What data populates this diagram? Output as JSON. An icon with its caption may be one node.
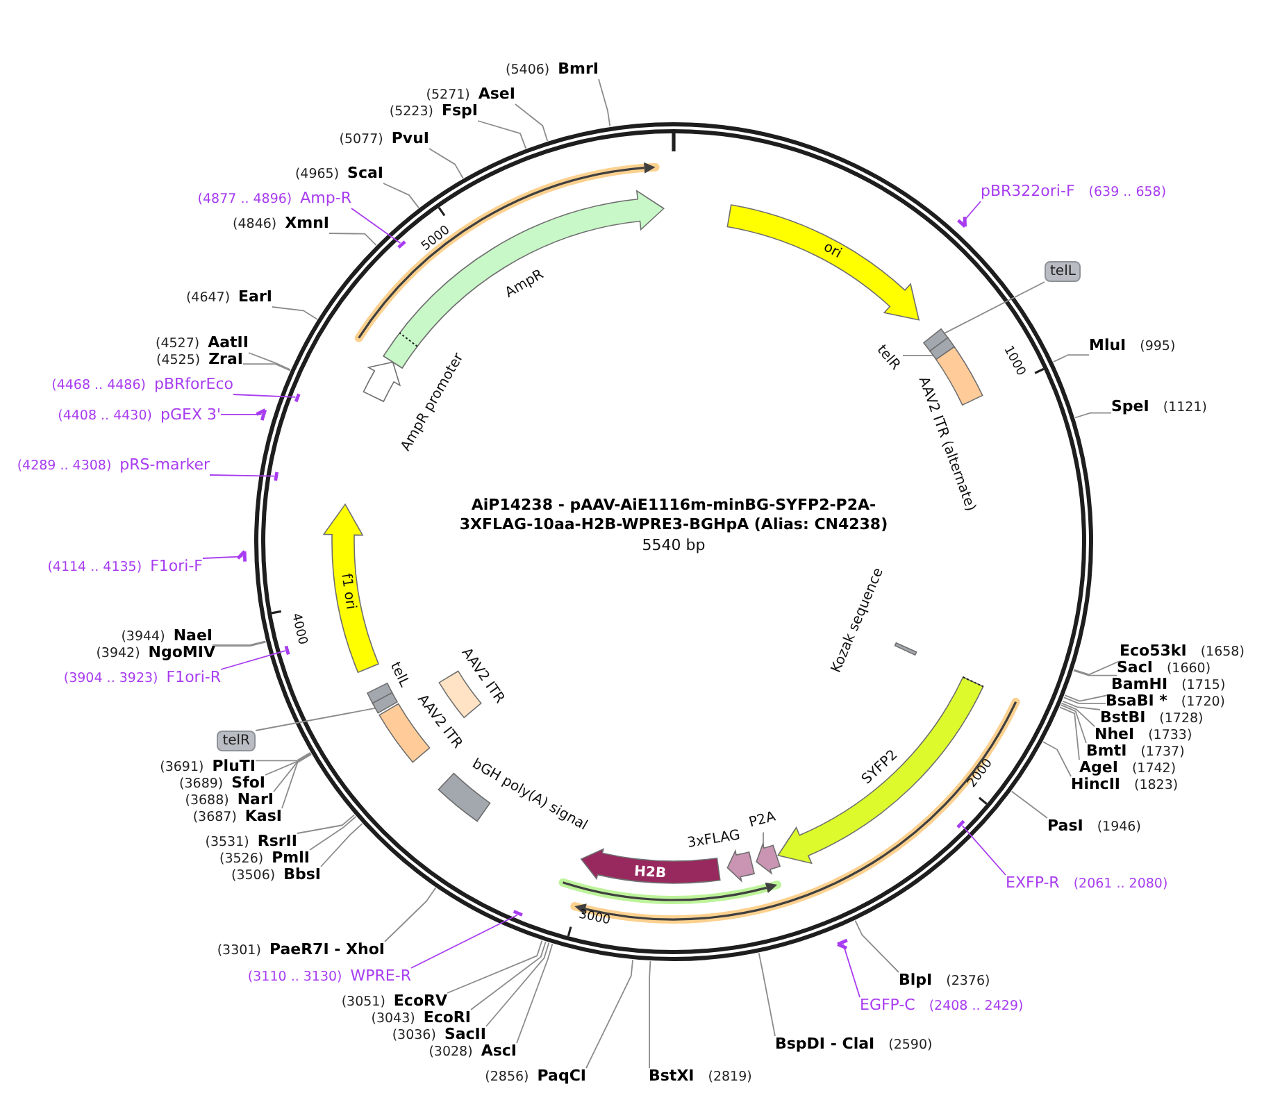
{
  "diagram": {
    "title": "AiP14238 - pAAV-AiE1116m-minBG-SYFP2-P2A-3XFLAG-10aa-H2B-WPRE3-BGHpA (Alias: CN4238)",
    "nodes": [
      {
        "text": [
          "ori"
        ]
      },
      {
        "text": [],
        "shape": "box"
      },
      {
        "text": [],
        "shape": "box"
      },
      {
        "text": [
          "telR"
        ]
      },
      {
        "text": [
          "AAV2 ITR (alternate)"
        ]
      },
      {
        "text": [
          "telL"
        ]
      },
      {
        "text": [
          "Kozak sequence"
        ]
      },
      {
        "text": [
          "SYFP2"
        ]
      },
      {
        "text": [],
        "shape": "arrow"
      },
      {
        "text": [
          "P2A"
        ]
      },
      {
        "text": [
          "3xFLAG"
        ]
      },
      {
        "text": [
          "H2B"
        ]
      },
      {
        "text": [
          "bGH poly(A) signal"
        ]
      },
      {
        "text": [
          "AAV2 ITR"
        ]
      },
      {
        "text": [
          "AAV2 ITR"
        ]
      },
      {
        "text": [],
        "shape": "box"
      },
      {
        "text": [
          "telL"
        ]
      },
      {
        "text": [
          "telR"
        ]
      },
      {
        "text": [
          "f1 ori"
        ]
      },
      {
        "text": [
          "AmpR promoter"
        ]
      },
      {
        "text": [
          "AmpR"
        ]
      },
      {
        "text": [
          "pBR322ori-F"
        ],
        "beside": [
          "(639 .. 658)"
        ]
      },
      {
        "text": [],
        "shape": "bar"
      },
      {
        "text": [
          "MluI"
        ],
        "beside": [
          "(995)"
        ]
      },
      {
        "text": [
          "SpeI"
        ],
        "beside": [
          "(1121)"
        ]
      },
      {
        "text": [
          "Eco53kI"
        ],
        "beside": [
          "(1658)"
        ]
      },
      {
        "text": [
          "SacI"
        ],
        "beside": [
          "(1660)"
        ]
      },
      {
        "text": [
          "BamHI"
        ],
        "beside": [
          "(1715)"
        ]
      },
      {
        "text": [
          "BsaBI *"
        ],
        "beside": [
          "(1720)"
        ]
      },
      {
        "text": [
          "BstBI"
        ],
        "beside": [
          "(1728)"
        ]
      },
      {
        "text": [
          "NheI"
        ],
        "beside": [
          "(1733)"
        ]
      },
      {
        "text": [
          "BmtI"
        ],
        "beside": [
          "(1737)"
        ]
      },
      {
        "text": [
          "AgeI"
        ],
        "beside": [
          "(1742)"
        ]
      },
      {
        "text": [
          "HincII"
        ],
        "beside": [
          "(1823)"
        ]
      },
      {
        "text": [
          "PasI"
        ],
        "beside": [
          "(1946)"
        ]
      },
      {
        "text": [
          "EXFP-R"
        ],
        "beside": [
          "(2061 .. 2080)"
        ]
      },
      {
        "text": [],
        "shape": "bar"
      },
      {
        "text": [
          "BlpI"
        ],
        "beside": [
          "(2376)"
        ]
      },
      {
        "text": [
          "EGFP-C"
        ],
        "beside": [
          "(2408 .. 2429)"
        ]
      },
      {
        "text": [],
        "shape": "bar"
      },
      {
        "text": [
          "BspDI - ClaI"
        ],
        "beside": [
          "(2590)"
        ]
      },
      {
        "text": [
          "BstXI"
        ],
        "beside": [
          "(2819)"
        ]
      },
      {
        "text": [
          "PaqCI"
        ],
        "beside": [
          "(2856)"
        ]
      },
      {
        "text": [
          "AscI"
        ],
        "beside": [
          "(3028)"
        ]
      },
      {
        "text": [
          "SacII"
        ],
        "beside": [
          "(3036)"
        ]
      },
      {
        "text": [
          "EcoRI"
        ],
        "beside": [
          "(3043)"
        ]
      },
      {
        "text": [
          "EcoRV"
        ],
        "beside": [
          "(3051)"
        ]
      },
      {
        "text": [
          "WPRE-R"
        ],
        "beside": [
          "(3110 .. 3130)"
        ]
      },
      {
        "text": [],
        "shape": "bar"
      },
      {
        "text": [
          "PaeR7I - XhoI"
        ],
        "beside": [
          "(3301)"
        ]
      },
      {
        "text": [
          "BbsI"
        ],
        "beside": [
          "(3506)"
        ]
      },
      {
        "text": [
          "PmlI"
        ],
        "beside": [
          "(3526)"
        ]
      },
      {
        "text": [
          "RsrII"
        ],
        "beside": [
          "(3531)"
        ]
      },
      {
        "text": [
          "KasI"
        ],
        "beside": [
          "(3687)"
        ]
      },
      {
        "text": [
          "NarI"
        ],
        "beside": [
          "(3688)"
        ]
      },
      {
        "text": [
          "SfoI"
        ],
        "beside": [
          "(3689)"
        ]
      },
      {
        "text": [
          "PluTI"
        ],
        "beside": [
          "(3691)"
        ]
      },
      {
        "text": [
          "F1ori-R"
        ],
        "beside": [
          "(3904 .. 3923)"
        ]
      },
      {
        "text": [],
        "shape": "bar"
      },
      {
        "text": [
          "NgoMIV"
        ],
        "beside": [
          "(3942)"
        ]
      },
      {
        "text": [
          "NaeI"
        ],
        "beside": [
          "(3944)"
        ]
      },
      {
        "text": [
          "F1ori-F"
        ],
        "beside": [
          "(4114 .. 4135)"
        ]
      },
      {
        "text": [],
        "shape": "bar"
      },
      {
        "text": [
          "pRS-marker"
        ],
        "beside": [
          "(4289 .. 4308)"
        ]
      },
      {
        "text": [],
        "shape": "bar"
      },
      {
        "text": [
          "pGEX 3'"
        ],
        "beside": [
          "(4408 .. 4430)"
        ]
      },
      {
        "text": [],
        "shape": "bar"
      },
      {
        "text": [
          "pBRforEco"
        ],
        "beside": [
          "(4468 .. 4486)"
        ]
      },
      {
        "text": [],
        "shape": "bar"
      },
      {
        "text": [
          "ZraI"
        ],
        "beside": [
          "(4525)"
        ]
      },
      {
        "text": [
          "AatII"
        ],
        "beside": [
          "(4527)"
        ]
      },
      {
        "text": [
          "EarI"
        ],
        "beside": [
          "(4647)"
        ]
      },
      {
        "text": [
          "XmnI"
        ],
        "beside": [
          "(4846)"
        ]
      },
      {
        "text": [
          "Amp-R"
        ],
        "beside": [
          "(4877 .. 4896)"
        ]
      },
      {
        "text": [],
        "shape": "bar"
      },
      {
        "text": [
          "ScaI"
        ],
        "beside": [
          "(4965)"
        ]
      },
      {
        "text": [
          "PvuI"
        ],
        "beside": [
          "(5077)"
        ]
      },
      {
        "text": [
          "FspI"
        ],
        "beside": [
          "(5223)"
        ]
      },
      {
        "text": [
          "AseI"
        ],
        "beside": [
          "(5271)"
        ]
      },
      {
        "text": [
          "BmrI"
        ],
        "beside": [
          "(5406)"
        ]
      }
    ],
    "edges": [
      {
        "from": 3,
        "to": 2,
        "arrow": "none"
      },
      {
        "from": 5,
        "to": 1,
        "arrow": "none"
      },
      {
        "from": 9,
        "to": 8,
        "arrow": "none"
      },
      {
        "from": 17,
        "to": 15,
        "arrow": "none"
      },
      {
        "from": 21,
        "to": 22,
        "arrow": "none",
        "color": "#a83cf0"
      },
      {
        "from": 23,
        "to": null,
        "arrow": "none"
      },
      {
        "from": 24,
        "to": null,
        "arrow": "none"
      },
      {
        "from": 25,
        "to": null,
        "arrow": "none"
      },
      {
        "from": 26,
        "to": null,
        "arrow": "none"
      },
      {
        "from": 27,
        "to": null,
        "arrow": "none"
      },
      {
        "from": 28,
        "to": null,
        "arrow": "none"
      },
      {
        "from": 29,
        "to": null,
        "arrow": "none"
      },
      {
        "from": 30,
        "to": null,
        "arrow": "none"
      },
      {
        "from": 31,
        "to": null,
        "arrow": "none"
      },
      {
        "from": 32,
        "to": null,
        "arrow": "none"
      },
      {
        "from": 33,
        "to": null,
        "arrow": "none"
      },
      {
        "from": 34,
        "to": null,
        "arrow": "none"
      },
      {
        "from": 35,
        "to": 36,
        "arrow": "none",
        "color": "#a83cf0"
      },
      {
        "from": 37,
        "to": null,
        "arrow": "none"
      },
      {
        "from": 38,
        "to": 39,
        "arrow": "none",
        "color": "#a83cf0"
      },
      {
        "from": 40,
        "to": null,
        "arrow": "none"
      },
      {
        "from": 41,
        "to": null,
        "arrow": "none"
      },
      {
        "from": 42,
        "to": null,
        "arrow": "none"
      },
      {
        "from": 43,
        "to": null,
        "arrow": "none"
      },
      {
        "from": 44,
        "to": null,
        "arrow": "none"
      },
      {
        "from": 45,
        "to": null,
        "arrow": "none"
      },
      {
        "from": 46,
        "to": null,
        "arrow": "none"
      },
      {
        "from": 47,
        "to": 48,
        "arrow": "none",
        "color": "#a83cf0"
      },
      {
        "from": 49,
        "to": null,
        "arrow": "none"
      },
      {
        "from": 50,
        "to": null,
        "arrow": "none"
      },
      {
        "from": 51,
        "to": null,
        "arrow": "none"
      },
      {
        "from": 52,
        "to": null,
        "arrow": "none"
      },
      {
        "from": 53,
        "to": null,
        "arrow": "none"
      },
      {
        "from": 54,
        "to": null,
        "arrow": "none"
      },
      {
        "from": 55,
        "to": null,
        "arrow": "none"
      },
      {
        "from": 56,
        "to": null,
        "arrow": "none"
      },
      {
        "from": 57,
        "to": 58,
        "arrow": "none",
        "color": "#a83cf0"
      },
      {
        "from": 59,
        "to": null,
        "arrow": "none"
      },
      {
        "from": 60,
        "to": null,
        "arrow": "none"
      },
      {
        "from": 61,
        "to": 62,
        "arrow": "none",
        "color": "#a83cf0"
      },
      {
        "from": 63,
        "to": 64,
        "arrow": "none",
        "color": "#a83cf0"
      },
      {
        "from": 65,
        "to": 66,
        "arrow": "none",
        "color": "#a83cf0"
      },
      {
        "from": 67,
        "to": 68,
        "arrow": "none",
        "color": "#a83cf0"
      },
      {
        "from": 69,
        "to": null,
        "arrow": "none"
      },
      {
        "from": 70,
        "to": null,
        "arrow": "none"
      },
      {
        "from": 71,
        "to": null,
        "arrow": "none"
      },
      {
        "from": 72,
        "to": null,
        "arrow": "none"
      },
      {
        "from": 73,
        "to": 74,
        "arrow": "none",
        "color": "#a83cf0"
      },
      {
        "from": 75,
        "to": null,
        "arrow": "none"
      },
      {
        "from": 76,
        "to": null,
        "arrow": "none"
      },
      {
        "from": 77,
        "to": null,
        "arrow": "none"
      },
      {
        "from": 78,
        "to": null,
        "arrow": "none"
      },
      {
        "from": 79,
        "to": null,
        "arrow": "none"
      }
    ],
    "labels": [
      "5540 bp",
      "1000",
      "2000",
      "3000",
      "4000",
      "5000"
    ]
  }
}
